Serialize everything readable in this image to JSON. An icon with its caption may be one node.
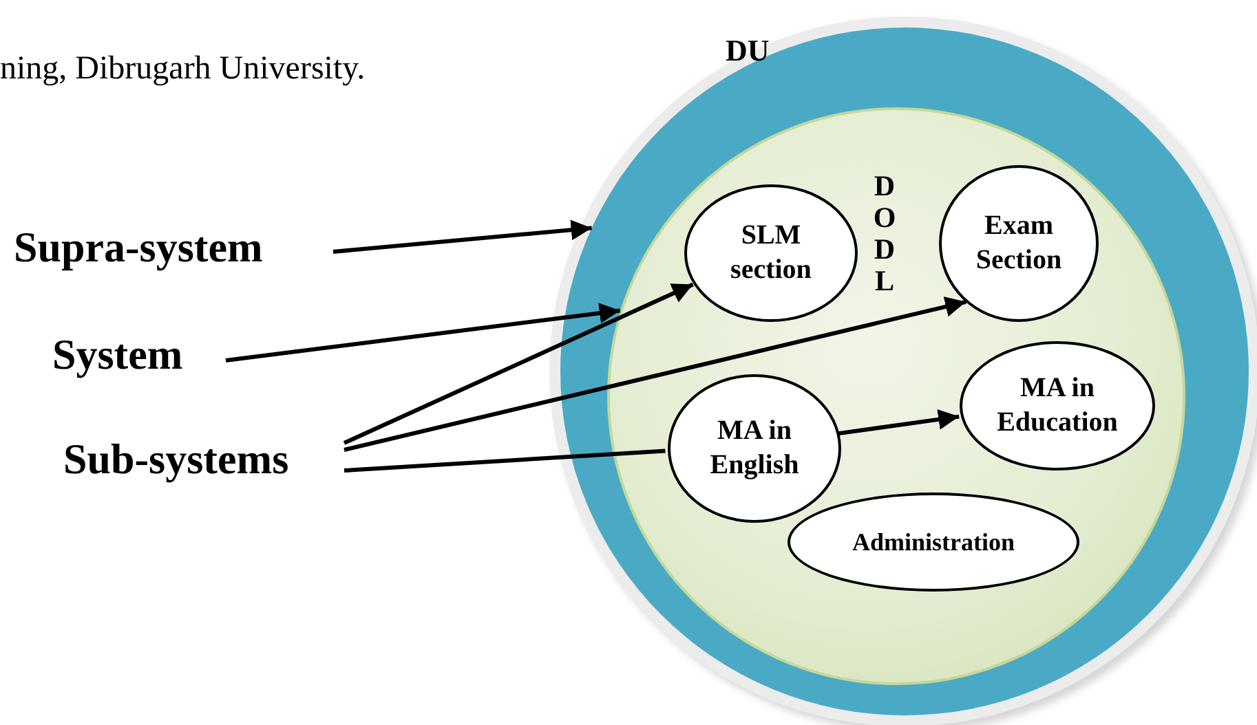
{
  "diagram": {
    "nodes": [
      {
        "text": [
          "DU"
        ]
      },
      {
        "text": [
          "DODL"
        ],
        "in": 0
      },
      {
        "text": [
          "SLM section"
        ],
        "in": 1
      },
      {
        "text": [
          "Exam Section"
        ],
        "in": 1
      },
      {
        "text": [
          "MA in English"
        ],
        "in": 1
      },
      {
        "text": [
          "MA in Education"
        ],
        "in": 1
      },
      {
        "text": [
          "Administration"
        ],
        "in": 1
      },
      {
        "text": [
          "Supra-system"
        ]
      },
      {
        "text": [
          "System"
        ]
      },
      {
        "text": [
          "Sub-systems"
        ]
      }
    ],
    "edges": [
      {
        "from": 7,
        "to": 0,
        "arrow": "to"
      },
      {
        "from": 8,
        "to": 1,
        "arrow": "to"
      },
      {
        "from": 9,
        "to": 2,
        "arrow": "to"
      },
      {
        "from": 9,
        "to": 3,
        "arrow": "to"
      },
      {
        "from": 9,
        "to": 4,
        "arrow": "none"
      },
      {
        "from": 4,
        "to": 5,
        "arrow": "to"
      }
    ],
    "labels": [
      "ning, Dibrugarh University."
    ]
  }
}
